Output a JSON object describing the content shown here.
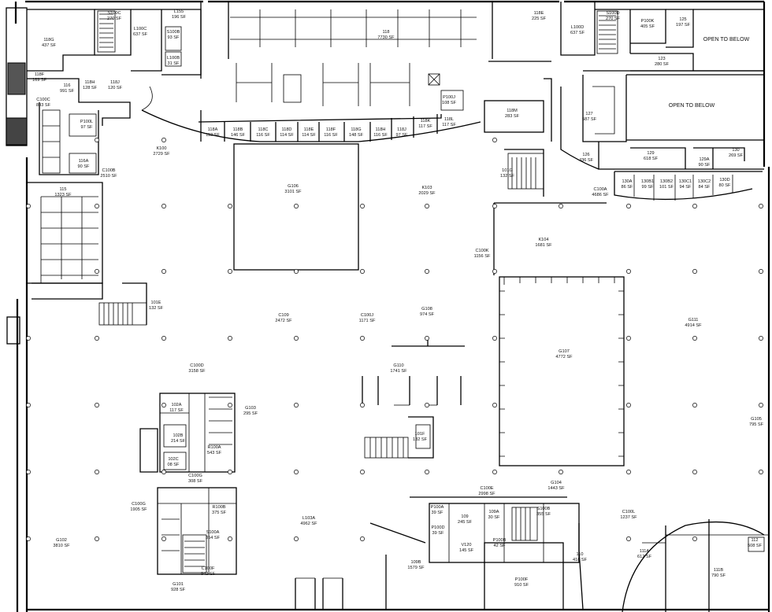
{
  "rooms": [
    {
      "id": "118G",
      "area": "437 SF"
    },
    {
      "id": "S100C",
      "area": "270 SF"
    },
    {
      "id": "L100C",
      "area": "637 SF"
    },
    {
      "id": "L155",
      "area": "196 SF"
    },
    {
      "id": "S100B",
      "area": "93 SF"
    },
    {
      "id": "L100B",
      "area": "31 SF"
    },
    {
      "id": "118",
      "area": "7730 SF"
    },
    {
      "id": "118E",
      "area": "225 SF"
    },
    {
      "id": "L100D",
      "area": "637 SF"
    },
    {
      "id": "S100D",
      "area": "270 SF"
    },
    {
      "id": "P100K",
      "area": "405 SF"
    },
    {
      "id": "125",
      "area": "197 SF"
    },
    {
      "id": "123",
      "area": "280 SF"
    },
    {
      "id": "118F",
      "area": "169 SF"
    },
    {
      "id": "116",
      "area": "991 SF"
    },
    {
      "id": "118H",
      "area": "128 SF"
    },
    {
      "id": "118J",
      "area": "120 SF"
    },
    {
      "id": "C100C",
      "area": "893 SF"
    },
    {
      "id": "118A",
      "area": "112 SF"
    },
    {
      "id": "118B",
      "area": "146 SF"
    },
    {
      "id": "118C",
      "area": "116 SF"
    },
    {
      "id": "118D",
      "area": "114 SF"
    },
    {
      "id": "118E",
      "area": "114 SF"
    },
    {
      "id": "118F",
      "area": "116 SF"
    },
    {
      "id": "118G",
      "area": "148 SF"
    },
    {
      "id": "118H",
      "area": "116 SF"
    },
    {
      "id": "118J",
      "area": "97 SF"
    },
    {
      "id": "118K",
      "area": "117 SF"
    },
    {
      "id": "118L",
      "area": "117 SF"
    },
    {
      "id": "P100J",
      "area": "108 SF"
    },
    {
      "id": "118M",
      "area": "283 SF"
    },
    {
      "id": "127",
      "area": "587 SF"
    },
    {
      "id": "P100L",
      "area": "97 SF"
    },
    {
      "id": "K100",
      "area": "2729 SF"
    },
    {
      "id": "116A",
      "area": "90 SF"
    },
    {
      "id": "C100B",
      "area": "2510 SF"
    },
    {
      "id": "115",
      "area": "1323 SF"
    },
    {
      "id": "126",
      "area": "436 SF"
    },
    {
      "id": "129",
      "area": "618 SF"
    },
    {
      "id": "129A",
      "area": "90 SF"
    },
    {
      "id": "130",
      "area": "269 SF"
    },
    {
      "id": "101G",
      "area": "132 SF"
    },
    {
      "id": "G106",
      "area": "3101 SF"
    },
    {
      "id": "K103",
      "area": "2029 SF"
    },
    {
      "id": "C100A",
      "area": "4686 SF"
    },
    {
      "id": "130A",
      "area": "86 SF"
    },
    {
      "id": "130B1",
      "area": "99 SF"
    },
    {
      "id": "130B2",
      "area": "101 SF"
    },
    {
      "id": "130C1",
      "area": "94 SF"
    },
    {
      "id": "130C2",
      "area": "84 SF"
    },
    {
      "id": "130D",
      "area": "80 SF"
    },
    {
      "id": "K104",
      "area": "1681 SF"
    },
    {
      "id": "C100K",
      "area": "1156 SF"
    },
    {
      "id": "101E",
      "area": "132 SF"
    },
    {
      "id": "C109",
      "area": "2472 SF"
    },
    {
      "id": "C100J",
      "area": "1171 SF"
    },
    {
      "id": "G108",
      "area": "974 SF"
    },
    {
      "id": "G111",
      "area": "4914 SF"
    },
    {
      "id": "G107",
      "area": "4772 SF"
    },
    {
      "id": "C100D",
      "area": "3158 SF"
    },
    {
      "id": "G110",
      "area": "1741 SF"
    },
    {
      "id": "102A",
      "area": "117 SF"
    },
    {
      "id": "G103",
      "area": "295 SF"
    },
    {
      "id": "R100A",
      "area": "543 SF"
    },
    {
      "id": "102B",
      "area": "214 SF"
    },
    {
      "id": "102C",
      "area": "08 SF"
    },
    {
      "id": "101F",
      "area": "132 SF"
    },
    {
      "id": "G105",
      "area": "795 SF"
    },
    {
      "id": "C100G",
      "area": "308 SF"
    },
    {
      "id": "G104",
      "area": "1443 SF"
    },
    {
      "id": "C100E",
      "area": "2998 SF"
    },
    {
      "id": "C100G",
      "area": "1905 SF"
    },
    {
      "id": "R100B",
      "area": "375 SF"
    },
    {
      "id": "L103A",
      "area": "4962 SF"
    },
    {
      "id": "P100A",
      "area": "39 SF"
    },
    {
      "id": "109",
      "area": "245 SF"
    },
    {
      "id": "109A",
      "area": "30 SF"
    },
    {
      "id": "S100B",
      "area": "355 SF"
    },
    {
      "id": "C100L",
      "area": "1237 SF"
    },
    {
      "id": "G102",
      "area": "3810 SF"
    },
    {
      "id": "S100A",
      "area": "354 SF"
    },
    {
      "id": "P100D",
      "area": "39 SF"
    },
    {
      "id": "V120",
      "area": "145 SF"
    },
    {
      "id": "P100B",
      "area": "42 SF"
    },
    {
      "id": "111A",
      "area": "612 SF"
    },
    {
      "id": "112",
      "area": "508 SF"
    },
    {
      "id": "110",
      "area": "418 SF"
    },
    {
      "id": "109B",
      "area": "1579 SF"
    },
    {
      "id": "C100F",
      "area": "942 SF"
    },
    {
      "id": "P100F",
      "area": "910 SF"
    },
    {
      "id": "111B",
      "area": "790 SF"
    },
    {
      "id": "G101",
      "area": "928 SF"
    }
  ],
  "notes": {
    "open_below_1": "OPEN TO BELOW",
    "open_below_2": "OPEN TO BELOW"
  }
}
